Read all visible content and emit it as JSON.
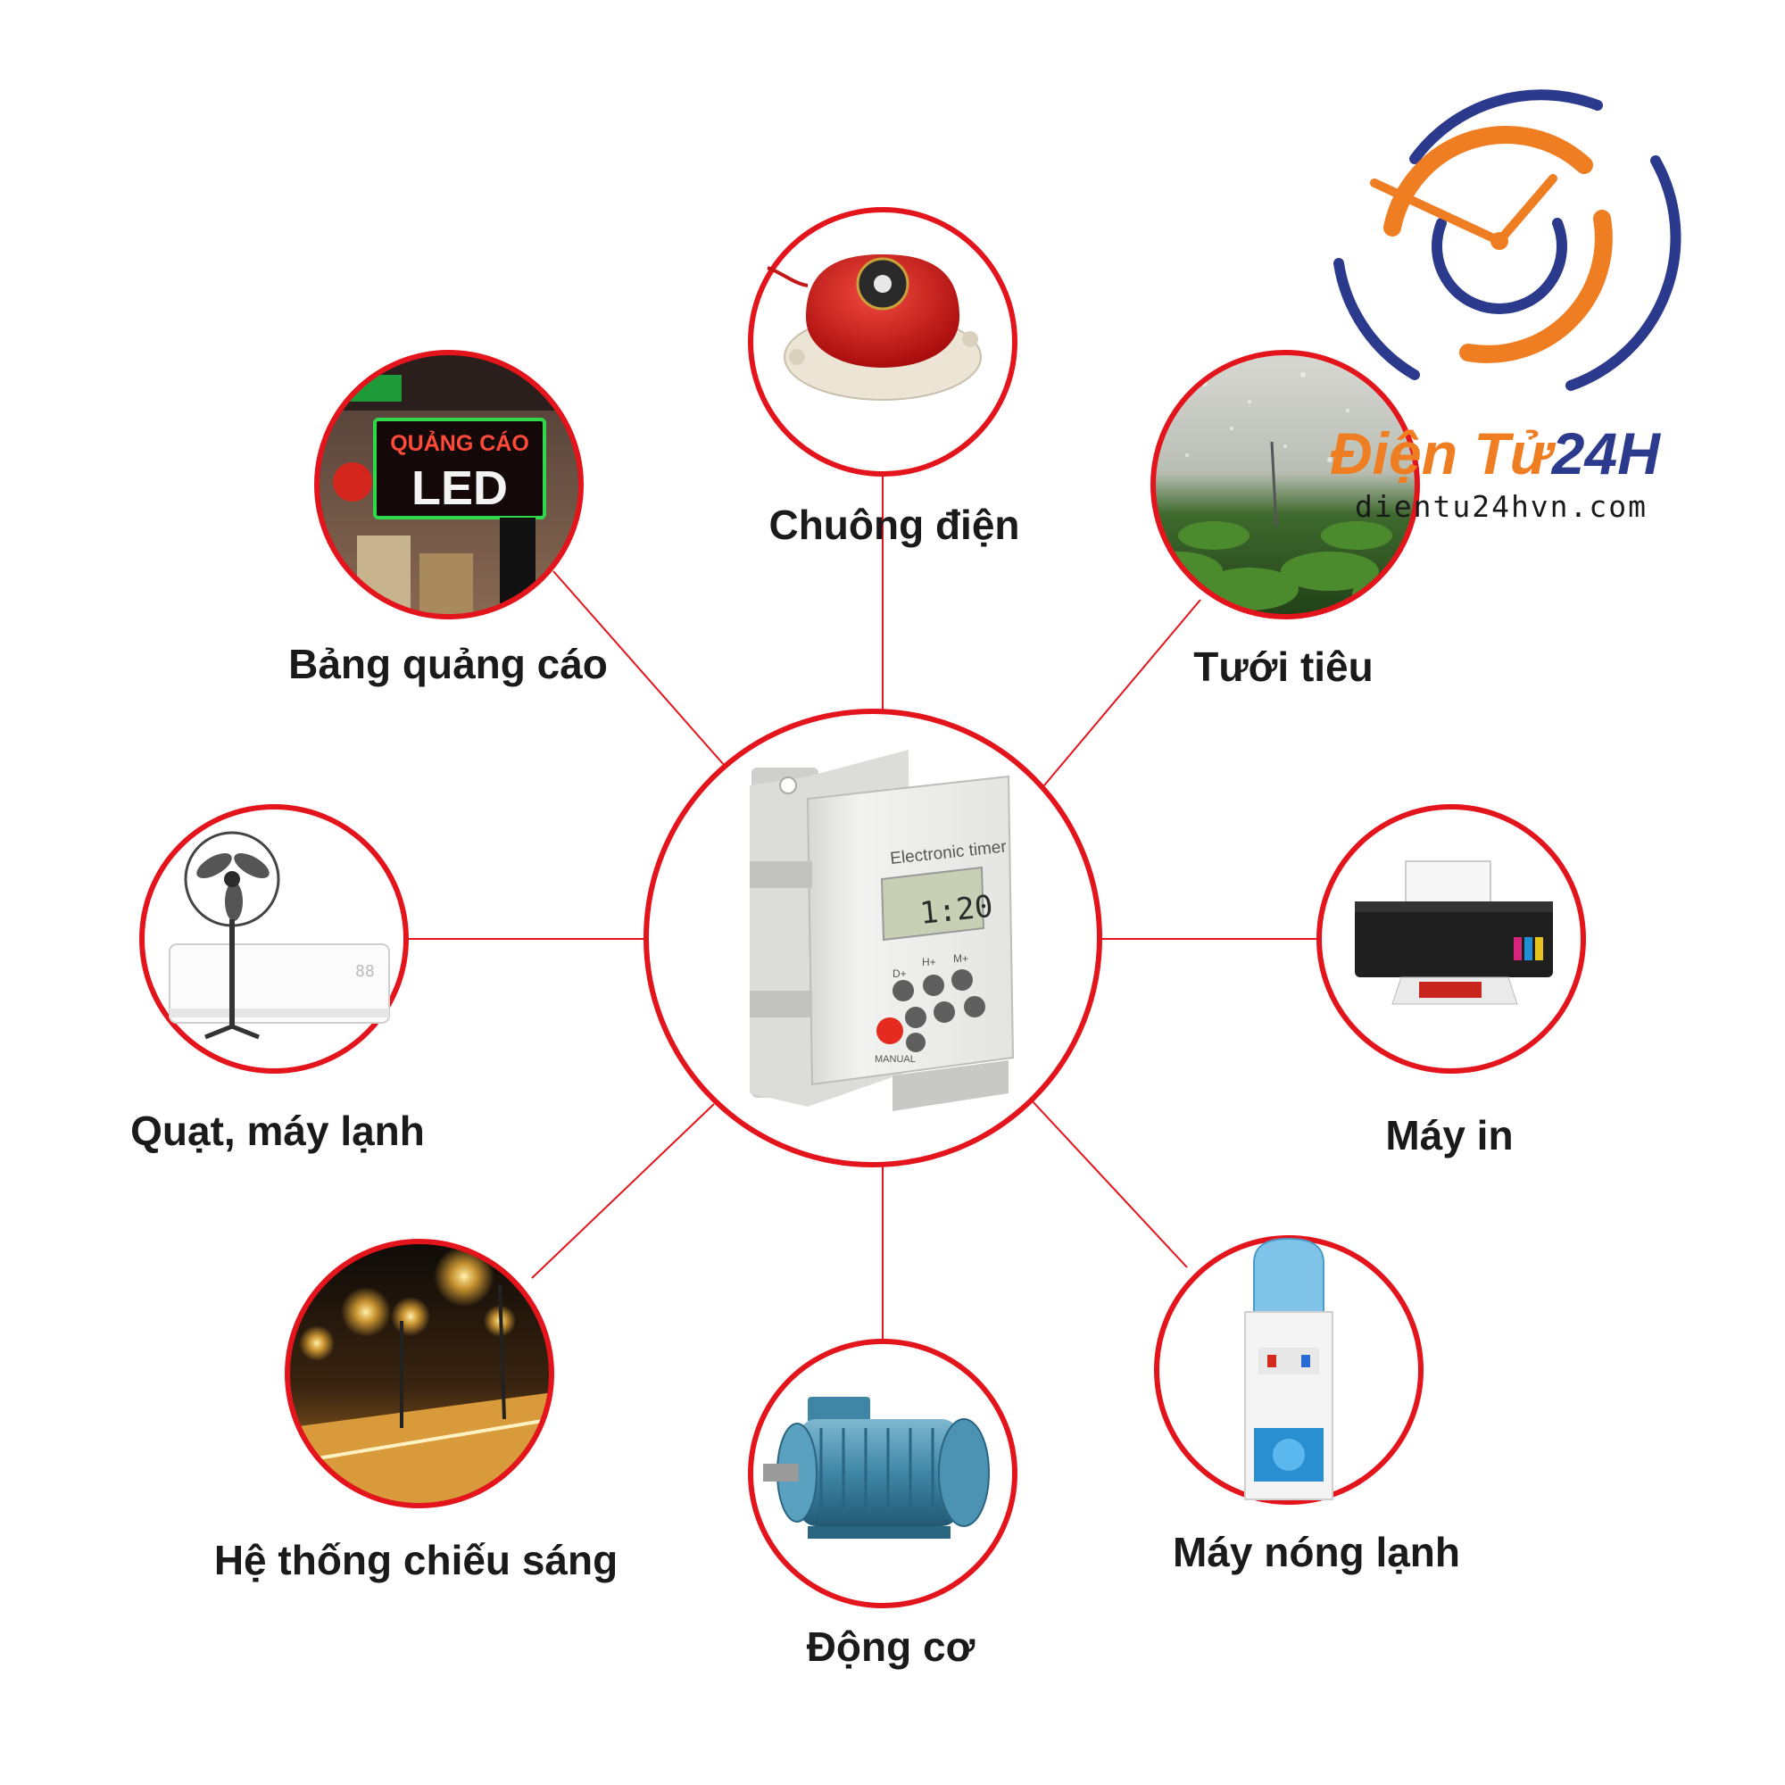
{
  "brand": {
    "name_part1": "Điện Tử",
    "name_part2": "24H",
    "url": "dientu24hvn.com",
    "colors": {
      "orange": "#ef7d22",
      "navy": "#2b3a8c"
    }
  },
  "center": {
    "device_title": "Electronic timer",
    "display_value": "1:20",
    "button_labels": [
      "D+",
      "H+",
      "M+"
    ],
    "manual_label": "MANUAL"
  },
  "items": [
    {
      "id": "bell",
      "label": "Chuông điện",
      "icon": "electric-bell-icon"
    },
    {
      "id": "billboard",
      "label": "Bảng quảng cáo",
      "icon": "led-billboard-icon",
      "sign_line1": "QUẢNG CÁO",
      "sign_line2": "LED"
    },
    {
      "id": "irrigation",
      "label": "Tưới tiêu",
      "icon": "sprinkler-icon"
    },
    {
      "id": "fan-ac",
      "label": "Quạt, máy lạnh",
      "icon": "fan-air-conditioner-icon",
      "ac_display": "88"
    },
    {
      "id": "printer",
      "label": "Máy in",
      "icon": "printer-icon"
    },
    {
      "id": "lighting",
      "label": "Hệ thống chiếu sáng",
      "icon": "street-light-icon"
    },
    {
      "id": "motor",
      "label": "Động cơ",
      "icon": "electric-motor-icon"
    },
    {
      "id": "water-dispenser",
      "label": "Máy nóng lạnh",
      "icon": "water-dispenser-icon"
    }
  ],
  "colors": {
    "ring": "#e3141b",
    "connector": "#e3141b",
    "label_text": "#1a1a1a"
  }
}
